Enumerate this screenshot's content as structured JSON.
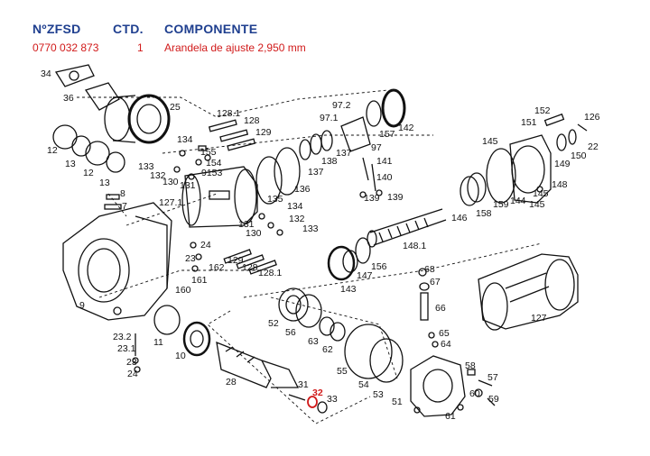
{
  "header": {
    "col_part_no": "NºZFSD",
    "col_qty": "CTD.",
    "col_component": "COMPONENTE",
    "part_no": "0770 032 873",
    "qty": "1",
    "component": "Arandela de ajuste 2,950 mm"
  },
  "colors": {
    "header_blue": "#1f3f8f",
    "highlight_red": "#d11a1a",
    "ink": "#111111"
  },
  "highlighted_label": "32",
  "labels": [
    {
      "id": "l34",
      "text": "34"
    },
    {
      "id": "l36",
      "text": "36"
    },
    {
      "id": "l25",
      "text": "25"
    },
    {
      "id": "l12a",
      "text": "12"
    },
    {
      "id": "l13a",
      "text": "13"
    },
    {
      "id": "l12b",
      "text": "12"
    },
    {
      "id": "l13b",
      "text": "13"
    },
    {
      "id": "l8",
      "text": "8"
    },
    {
      "id": "l7",
      "text": "7"
    },
    {
      "id": "l134a",
      "text": "134"
    },
    {
      "id": "l133a",
      "text": "133"
    },
    {
      "id": "l132a",
      "text": "132"
    },
    {
      "id": "l130a",
      "text": "130"
    },
    {
      "id": "l131a",
      "text": "131"
    },
    {
      "id": "l155",
      "text": "155"
    },
    {
      "id": "l154",
      "text": "154"
    },
    {
      "id": "l9153",
      "text": "9153"
    },
    {
      "id": "l1281a",
      "text": "128.1"
    },
    {
      "id": "l128a",
      "text": "128"
    },
    {
      "id": "l129a",
      "text": "129"
    },
    {
      "id": "l1271",
      "text": "127.1"
    },
    {
      "id": "l135",
      "text": "135"
    },
    {
      "id": "l136",
      "text": "136"
    },
    {
      "id": "l137a",
      "text": "137"
    },
    {
      "id": "l138",
      "text": "138"
    },
    {
      "id": "l137b",
      "text": "137"
    },
    {
      "id": "l972",
      "text": "97.2"
    },
    {
      "id": "l971",
      "text": "97.1"
    },
    {
      "id": "l157",
      "text": "157"
    },
    {
      "id": "l142",
      "text": "142"
    },
    {
      "id": "l97",
      "text": "97"
    },
    {
      "id": "l141",
      "text": "141"
    },
    {
      "id": "l140",
      "text": "140"
    },
    {
      "id": "l139a",
      "text": "139"
    },
    {
      "id": "l139b",
      "text": "139"
    },
    {
      "id": "l152",
      "text": "152"
    },
    {
      "id": "l151",
      "text": "151"
    },
    {
      "id": "l126",
      "text": "126"
    },
    {
      "id": "l145a",
      "text": "145"
    },
    {
      "id": "l150",
      "text": "150"
    },
    {
      "id": "l22",
      "text": "22"
    },
    {
      "id": "l149",
      "text": "149"
    },
    {
      "id": "l148",
      "text": "148"
    },
    {
      "id": "l159",
      "text": "159"
    },
    {
      "id": "l144",
      "text": "144"
    },
    {
      "id": "l145b",
      "text": "145"
    },
    {
      "id": "l145c",
      "text": "145"
    },
    {
      "id": "l158",
      "text": "158"
    },
    {
      "id": "l146",
      "text": "146"
    },
    {
      "id": "l1481",
      "text": "148.1"
    },
    {
      "id": "l131b",
      "text": "131"
    },
    {
      "id": "l134b",
      "text": "134"
    },
    {
      "id": "l132b",
      "text": "132"
    },
    {
      "id": "l130b",
      "text": "130"
    },
    {
      "id": "l133b",
      "text": "133"
    },
    {
      "id": "l24a",
      "text": "24"
    },
    {
      "id": "l23a",
      "text": "23"
    },
    {
      "id": "l162",
      "text": "162"
    },
    {
      "id": "l129b",
      "text": "129"
    },
    {
      "id": "l128b",
      "text": "128"
    },
    {
      "id": "l1281b",
      "text": "128.1"
    },
    {
      "id": "l161",
      "text": "161"
    },
    {
      "id": "l160",
      "text": "160"
    },
    {
      "id": "l9",
      "text": "9"
    },
    {
      "id": "l156",
      "text": "156"
    },
    {
      "id": "l147",
      "text": "147"
    },
    {
      "id": "l143",
      "text": "143"
    },
    {
      "id": "l68",
      "text": "68"
    },
    {
      "id": "l67",
      "text": "67"
    },
    {
      "id": "l66",
      "text": "66"
    },
    {
      "id": "l65",
      "text": "65"
    },
    {
      "id": "l64",
      "text": "64"
    },
    {
      "id": "l127",
      "text": "127"
    },
    {
      "id": "l52",
      "text": "52"
    },
    {
      "id": "l56",
      "text": "56"
    },
    {
      "id": "l63",
      "text": "63"
    },
    {
      "id": "l62",
      "text": "62"
    },
    {
      "id": "l11",
      "text": "11"
    },
    {
      "id": "l10",
      "text": "10"
    },
    {
      "id": "l232",
      "text": "23.2"
    },
    {
      "id": "l231",
      "text": "23.1"
    },
    {
      "id": "l23b",
      "text": "23"
    },
    {
      "id": "l24b",
      "text": "24"
    },
    {
      "id": "l28",
      "text": "28"
    },
    {
      "id": "l55",
      "text": "55"
    },
    {
      "id": "l54",
      "text": "54"
    },
    {
      "id": "l53",
      "text": "53"
    },
    {
      "id": "l51",
      "text": "51"
    },
    {
      "id": "l31",
      "text": "31"
    },
    {
      "id": "l32",
      "text": "32"
    },
    {
      "id": "l33",
      "text": "33"
    },
    {
      "id": "l58",
      "text": "58"
    },
    {
      "id": "l57",
      "text": "57"
    },
    {
      "id": "l60",
      "text": "60"
    },
    {
      "id": "l59",
      "text": "59"
    },
    {
      "id": "l61",
      "text": "61"
    }
  ]
}
